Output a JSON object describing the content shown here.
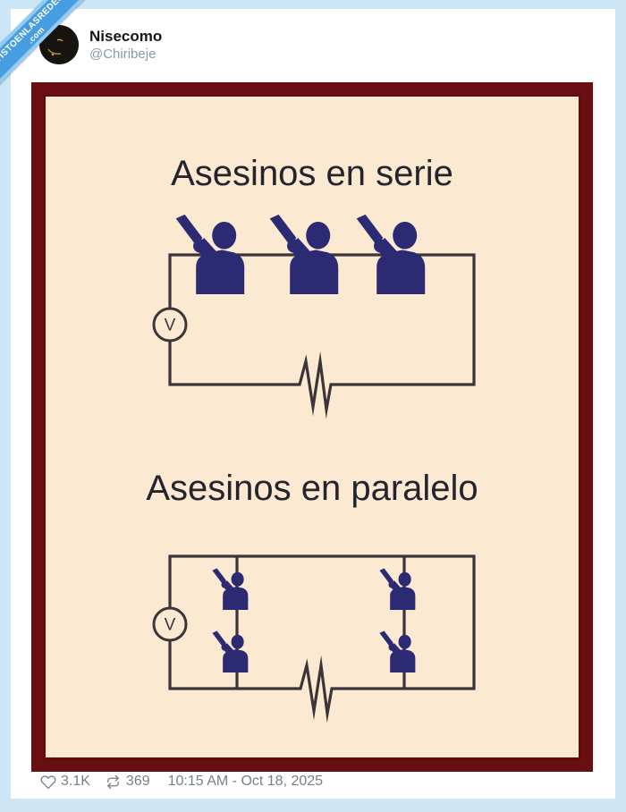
{
  "page": {
    "background_color": "#cde6f5",
    "card_color": "#ffffff"
  },
  "ribbon": {
    "line1": "VISTOENLASREDES",
    "line2": ".com",
    "band_color": "#479ddf",
    "edge_color": "#94cbf1",
    "text_color": "#ffffff"
  },
  "header": {
    "display_name": "Nisecomo",
    "handle": "@Chiribeje"
  },
  "meme": {
    "title_series": "Asesinos en serie",
    "title_parallel": "Asesinos en paralelo",
    "voltmeter_label": "V",
    "frame_color": "#690f12",
    "background_color": "#fbe9d1",
    "figure_color": "#2b2a72",
    "wire_color": "#3b3438",
    "series_killers_count": 3,
    "parallel_killers_count": 4,
    "parallel_branches": 2
  },
  "footer": {
    "likes": "3.1K",
    "retweets": "369",
    "timestamp": "10:15 AM - Oct 18, 2025"
  }
}
